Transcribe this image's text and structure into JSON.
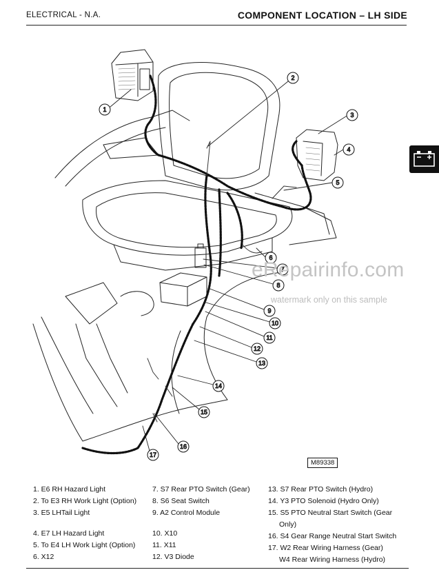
{
  "header": {
    "section": "ELECTRICAL - N.A.",
    "title": "COMPONENT LOCATION – LH SIDE"
  },
  "tab_icon": "battery-icon",
  "figure": {
    "id": "M89338",
    "callouts": [
      "1",
      "2",
      "3",
      "4",
      "5",
      "6",
      "7",
      "8",
      "9",
      "10",
      "11",
      "12",
      "13",
      "14",
      "15",
      "16",
      "17"
    ]
  },
  "watermark": {
    "main": "eRepairinfo.com",
    "sub": "watermark only on this sample"
  },
  "legend": {
    "col1": [
      "1. E6 RH Hazard Light",
      "2. To E3 RH Work Light (Option)",
      "3. E5 LHTail Light",
      "4. E7 LH Hazard Light",
      "5. To E4 LH Work Light (Option)",
      "6. X12"
    ],
    "col2": [
      "7. S7 Rear PTO Switch (Gear)",
      "8. S6 Seat Switch",
      "9. A2 Control Module",
      "10. X10",
      "11. X11",
      "12. V3 Diode"
    ],
    "col3": [
      "13. S7 Rear PTO Switch (Hydro)",
      "14. Y3 PTO Solenoid (Hydro Only)",
      "15. S5 PTO Neutral Start Switch (Gear",
      "Only)",
      "16. S4 Gear Range Neutral Start Switch",
      "17. W2 Rear Wiring Harness (Gear)",
      "W4 Rear Wiring Harness (Hydro)"
    ]
  }
}
